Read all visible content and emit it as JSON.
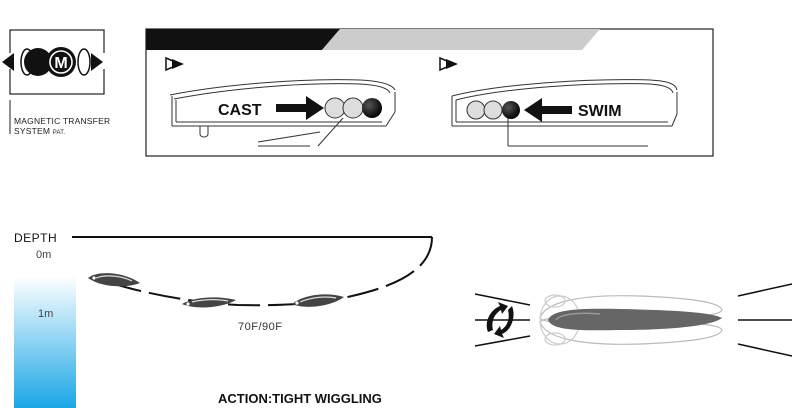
{
  "mts": {
    "logo_letter": "M",
    "label_line1": "MAGNETIC TRANSFER",
    "label_line2": "SYSTEM",
    "label_pat": "PAT."
  },
  "diagram": {
    "cast_label": "CAST",
    "swim_label": "SWIM"
  },
  "depth_chart": {
    "depth_label": "DEPTH",
    "tick_0": "0m",
    "tick_1": "1m",
    "model_label": "70F/90F",
    "gradient_colors": [
      "#ffffff",
      "#1aa6e6"
    ]
  },
  "action_label": "ACTION:TIGHT WIGGLING"
}
